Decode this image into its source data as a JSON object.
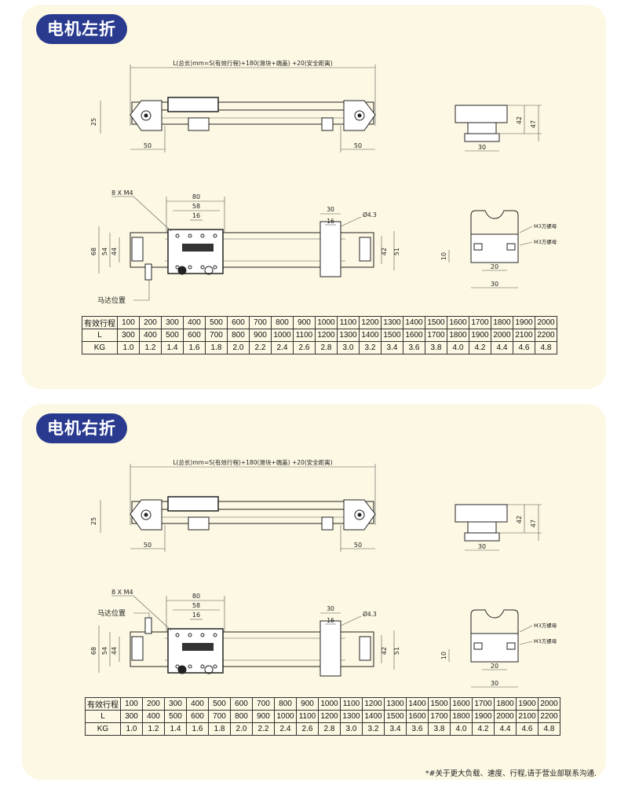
{
  "sections": [
    {
      "title": "电机左折",
      "length_formula": "L(总长)mm=S(有效行程)+180(滑块+端盖) +20(安全距离)",
      "dims": {
        "end_height": "25",
        "end_left": "50",
        "end_right": "50",
        "holes": "8 X M4",
        "slider_len": "80",
        "hole_span": "58",
        "hole_pitch": "16",
        "width_68": "68",
        "width_54": "54",
        "width_44": "44",
        "clamp_width": "30",
        "clamp_pitch": "16",
        "hole_dia": "Ø4.3",
        "right_42": "42",
        "right_51": "51",
        "motor_pos": "马达位置",
        "side_width": "30",
        "side_h42": "42",
        "side_h47": "47",
        "profile_h": "10",
        "profile_inner": "20",
        "profile_outer": "30",
        "nut_label_1": "M3方螺母",
        "nut_label_2": "M3方螺母"
      },
      "table": {
        "row_labels": [
          "有效行程",
          "L",
          "KG"
        ],
        "stroke": [
          "100",
          "200",
          "300",
          "400",
          "500",
          "600",
          "700",
          "800",
          "900",
          "1000",
          "1100",
          "1200",
          "1300",
          "1400",
          "1500",
          "1600",
          "1700",
          "1800",
          "1900",
          "2000"
        ],
        "length": [
          "300",
          "400",
          "500",
          "600",
          "700",
          "800",
          "900",
          "1000",
          "1100",
          "1200",
          "1300",
          "1400",
          "1500",
          "1600",
          "1700",
          "1800",
          "1900",
          "2000",
          "2100",
          "2200"
        ],
        "kg": [
          "1.0",
          "1.2",
          "1.4",
          "1.6",
          "1.8",
          "2.0",
          "2.2",
          "2.4",
          "2.6",
          "2.8",
          "3.0",
          "3.2",
          "3.4",
          "3.6",
          "3.8",
          "4.0",
          "4.2",
          "4.4",
          "4.6",
          "4.8"
        ]
      }
    },
    {
      "title": "电机右折",
      "length_formula": "L(总长)mm=S(有效行程)+180(滑块+端盖) +20(安全距离)",
      "dims": {
        "end_height": "25",
        "end_left": "50",
        "end_right": "50",
        "holes": "8 X M4",
        "slider_len": "80",
        "hole_span": "58",
        "hole_pitch": "16",
        "width_68": "68",
        "width_54": "54",
        "width_44": "44",
        "clamp_width": "30",
        "clamp_pitch": "16",
        "hole_dia": "Ø4.3",
        "right_42": "42",
        "right_51": "51",
        "motor_pos": "马达位置",
        "side_width": "30",
        "side_h42": "42",
        "side_h47": "47",
        "profile_h": "10",
        "profile_inner": "20",
        "profile_outer": "30",
        "nut_label_1": "M3方螺母",
        "nut_label_2": "M3方螺母"
      },
      "table": {
        "row_labels": [
          "有效行程",
          "L",
          "KG"
        ],
        "stroke": [
          "100",
          "200",
          "300",
          "400",
          "500",
          "600",
          "700",
          "800",
          "900",
          "1000",
          "1100",
          "1200",
          "1300",
          "1400",
          "1500",
          "1600",
          "1700",
          "1800",
          "1900",
          "2000"
        ],
        "length": [
          "300",
          "400",
          "500",
          "600",
          "700",
          "800",
          "900",
          "1000",
          "1100",
          "1200",
          "1300",
          "1400",
          "1500",
          "1600",
          "1700",
          "1800",
          "1900",
          "2000",
          "2100",
          "2200"
        ],
        "kg": [
          "1.0",
          "1.2",
          "1.4",
          "1.6",
          "1.8",
          "2.0",
          "2.2",
          "2.4",
          "2.6",
          "2.8",
          "3.0",
          "3.2",
          "3.4",
          "3.6",
          "3.8",
          "4.0",
          "4.2",
          "4.4",
          "4.6",
          "4.8"
        ]
      }
    }
  ],
  "footnote": "*#关于更大负载、速度、行程,请于营业部联系沟通.",
  "colors": {
    "panel": "#fcf8e3",
    "badge": "#2a3b8f"
  }
}
